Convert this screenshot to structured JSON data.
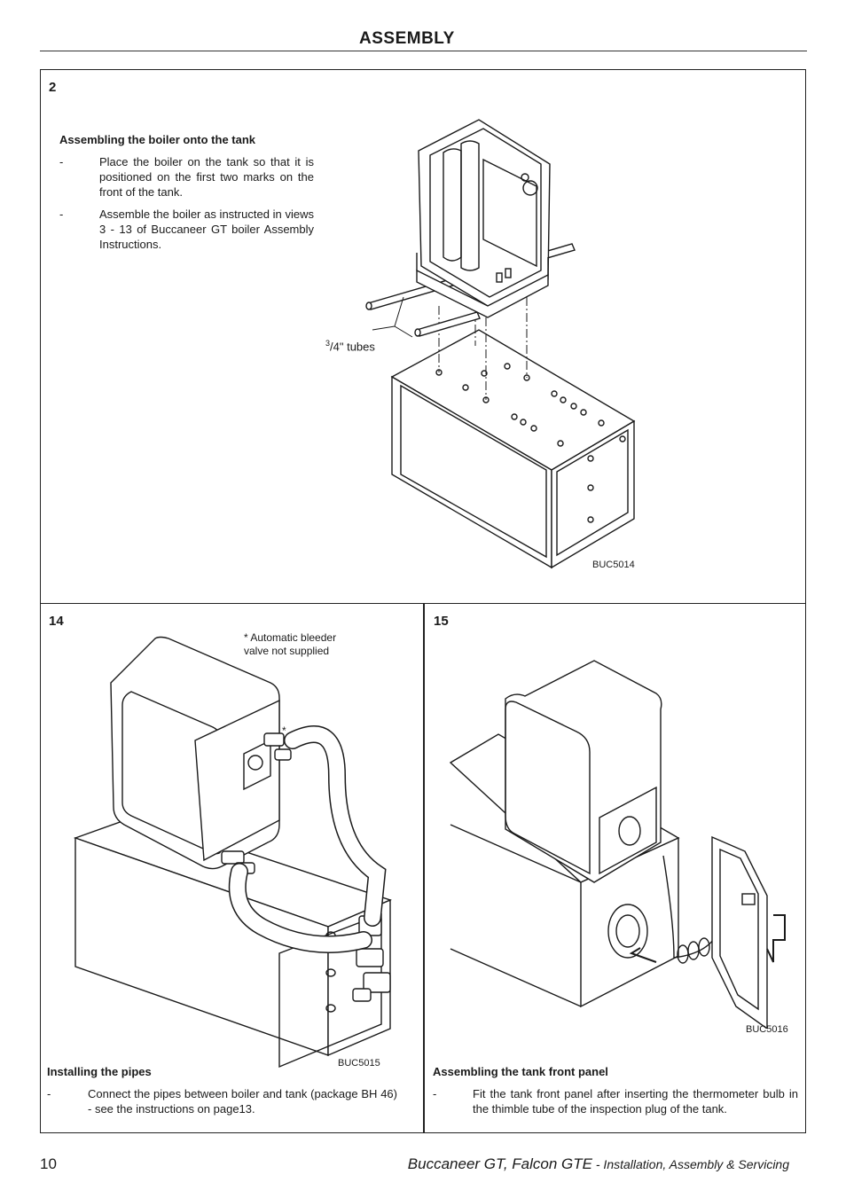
{
  "header": {
    "title": "ASSEMBLY"
  },
  "section2": {
    "number": "2",
    "title": "Assembling the boiler onto the tank",
    "bullets": [
      {
        "dash": "-",
        "text": "Place the boiler on the tank so that it is positioned on the first two marks on the front of the tank."
      },
      {
        "dash": "-",
        "text": "Assemble the boiler as instructed in views 3 - 13 of Buccaneer GT boiler Assembly Instructions."
      }
    ],
    "tubes_label_sup": "3",
    "tubes_label": "/4\" tubes",
    "figure_code": "BUC5014"
  },
  "section14": {
    "number": "14",
    "note": "* Automatic bleeder valve not supplied",
    "star": "*",
    "figure_code": "BUC5015",
    "title": "Installing the pipes",
    "bullets": [
      {
        "dash": "-",
        "text": "Connect the pipes between boiler and tank (package BH 46) - see the instructions on page13."
      }
    ]
  },
  "section15": {
    "number": "15",
    "figure_code": "BUC5016",
    "title": "Assembling the tank front panel",
    "bullets": [
      {
        "dash": "-",
        "text": "Fit the tank front panel after inserting the thermometer bulb in the thimble tube of the inspection plug of the tank."
      }
    ]
  },
  "footer": {
    "page_number": "10",
    "title": "Buccaneer GT, Falcon GTE",
    "subtitle": " - Installation, Assembly & Servicing"
  }
}
